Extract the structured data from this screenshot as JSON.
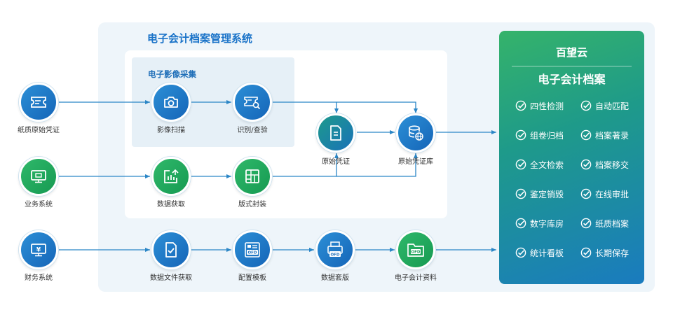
{
  "system": {
    "title": "电子会计档案管理系统",
    "capture_title": "电子影像采集"
  },
  "sources": {
    "paper": "纸质原始凭证",
    "business": "业务系统",
    "finance": "财务系统"
  },
  "steps": {
    "scan": "影像扫描",
    "recognize": "识别/查验",
    "original": "原始凭证",
    "library": "原始凭证库",
    "fetch": "数据获取",
    "seal": "版式封装",
    "file_fetch": "数据文件获取",
    "template": "配置模板",
    "layout": "数据套版",
    "material": "电子会计资料"
  },
  "icons": {
    "paper": "ticket-icon",
    "business": "monitor-icon",
    "finance": "yen-monitor-icon",
    "scan": "camera-icon",
    "recognize": "ticket-search-icon",
    "original": "document-icon",
    "library": "database-globe-icon",
    "fetch": "chart-upload-icon",
    "seal": "grid-icon",
    "file_fetch": "file-check-icon",
    "template": "ofd-template-icon",
    "layout": "printer-ofd-icon",
    "material": "ofd-folder-icon",
    "check": "check-circle-icon"
  },
  "card": {
    "brand": "百望云",
    "title": "电子会计档案",
    "features": [
      "四性检测",
      "自动匹配",
      "组卷归档",
      "档案著录",
      "全文检索",
      "档案移交",
      "鉴定销毁",
      "在线审批",
      "数字库房",
      "纸质档案",
      "统计看板",
      "长期保存"
    ]
  },
  "colors": {
    "blue": "#1e78c8",
    "green": "#22a85e",
    "line": "#2b86c6",
    "panel": "#eef5fa"
  }
}
